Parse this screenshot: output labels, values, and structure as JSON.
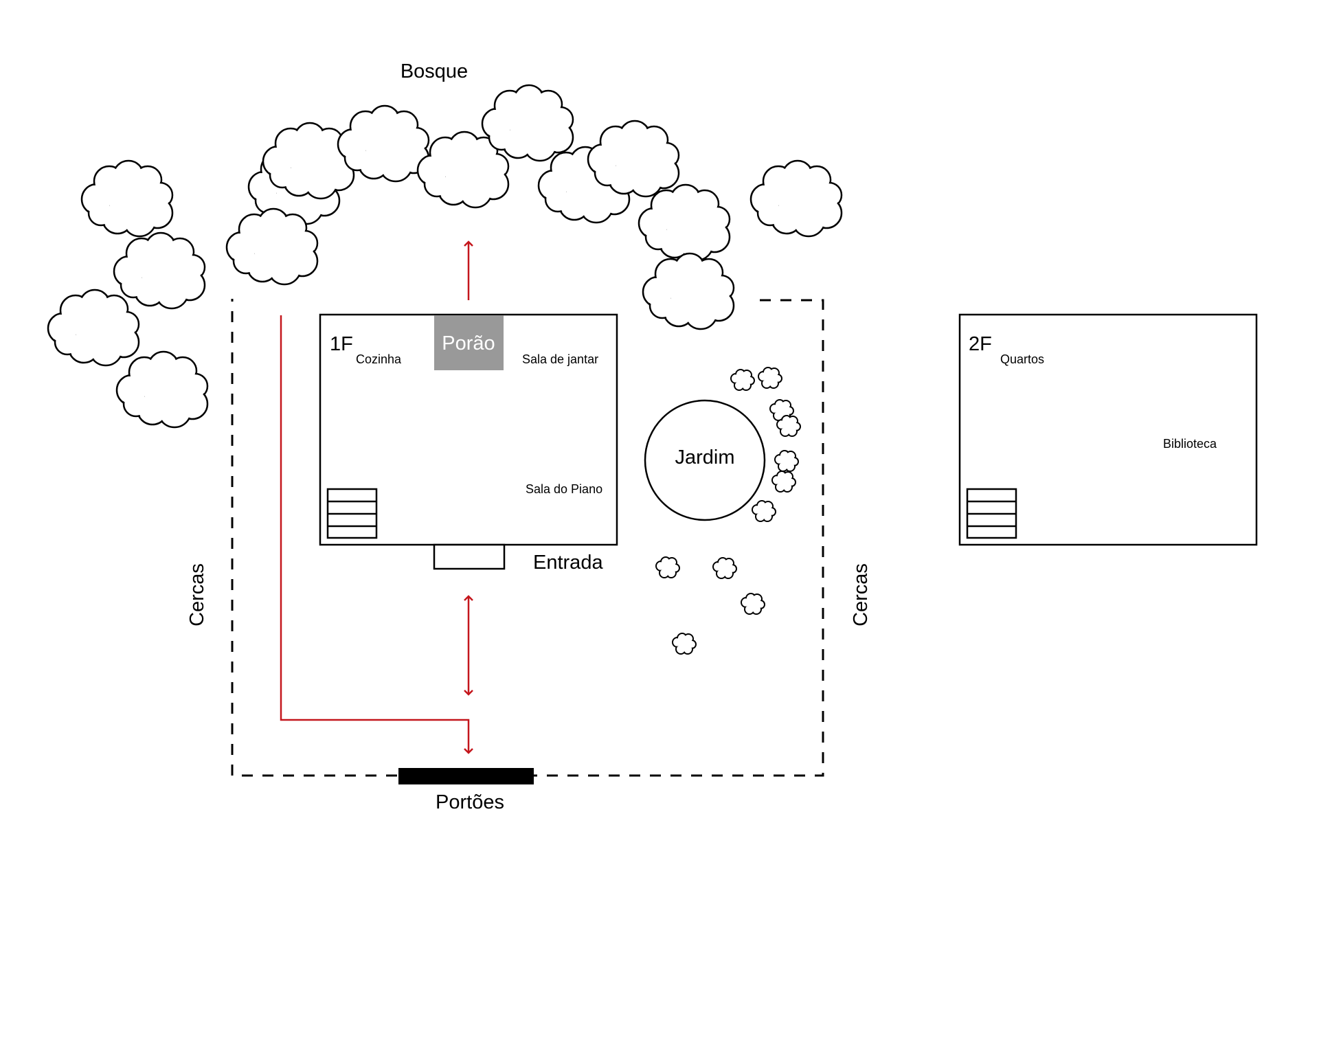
{
  "labels": {
    "forest": "Bosque",
    "fences_left": "Cercas",
    "fences_right": "Cercas",
    "gates": "Portões",
    "entrance": "Entrada",
    "garden": "Jardim"
  },
  "first_floor": {
    "floor_label": "1F",
    "basement": "Porão",
    "rooms": {
      "kitchen": "Cozinha",
      "dining_room": "Sala de jantar",
      "piano_room": "Sala do Piano"
    }
  },
  "second_floor": {
    "floor_label": "2F",
    "rooms": {
      "bedrooms": "Quartos",
      "library": "Biblioteca"
    }
  },
  "colors": {
    "route": "#c4161c",
    "basement_fill": "#999999",
    "gate_fill": "#000000",
    "outline": "#000000"
  },
  "icons": {
    "trees": "tree-canopy-icon",
    "bushes": "bush-icon",
    "stairs": "stairs-icon",
    "route_arrows": "arrow-icon"
  }
}
